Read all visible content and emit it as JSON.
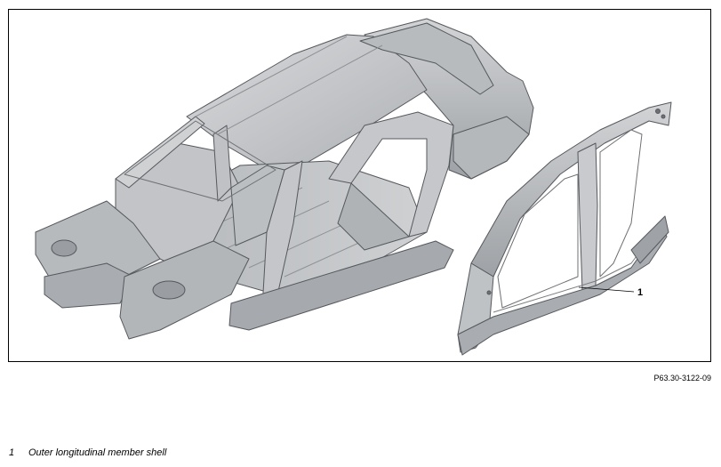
{
  "figure": {
    "callout_number": "1",
    "figure_code": "P63.30-3122-09"
  },
  "legend": {
    "items": [
      {
        "number": "1",
        "text": "Outer longitudinal member shell"
      }
    ]
  },
  "colors": {
    "body_panel": "#c9cbce",
    "body_dark": "#9da0a4",
    "body_shadow": "#7c7f83",
    "body_highlight": "#e4e5e7",
    "frame": "#000000"
  },
  "icons": {
    "body_in_white": "vehicle-body-shell-illustration",
    "side_member": "outer-longitudinal-member-shell-illustration"
  }
}
